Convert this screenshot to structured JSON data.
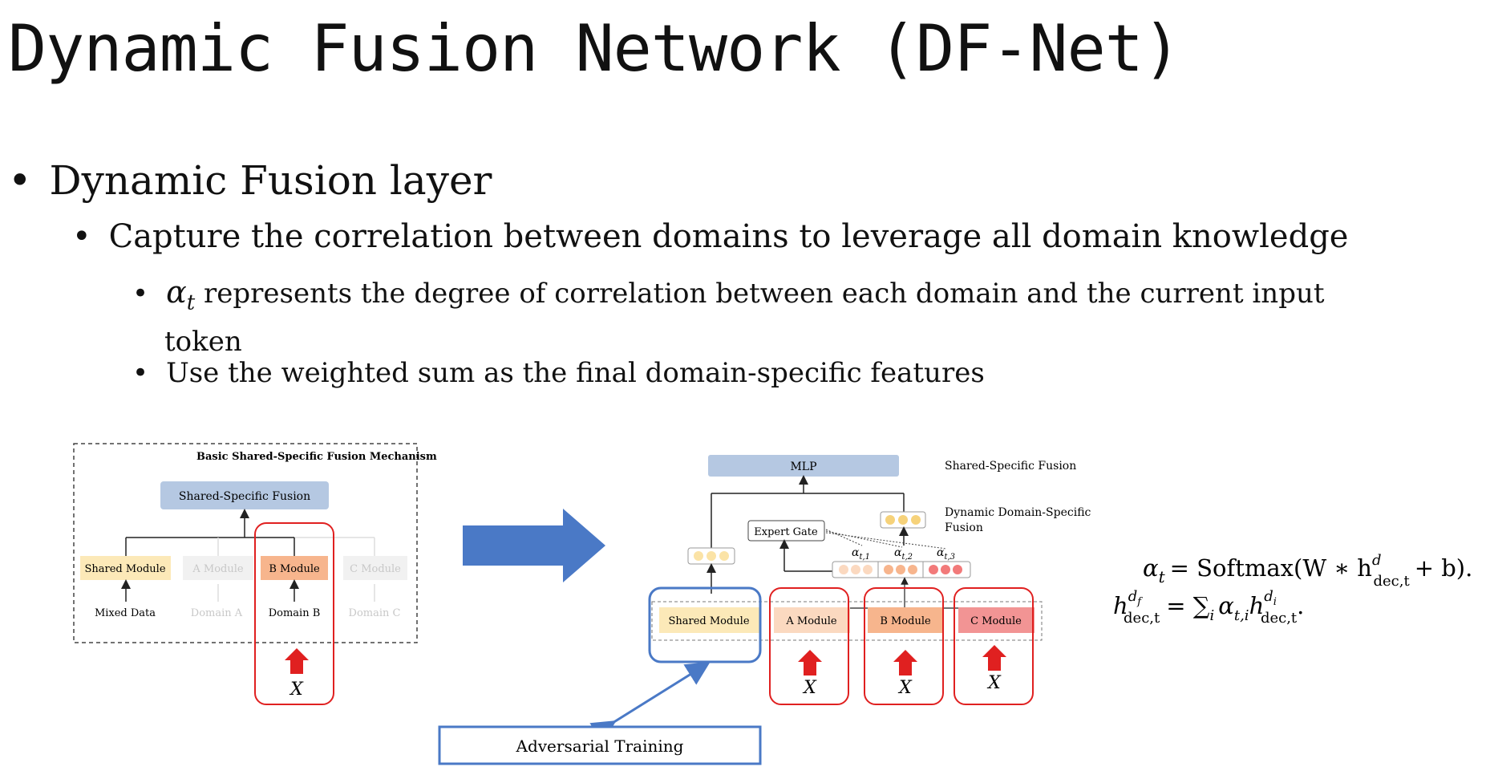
{
  "slide": {
    "title": "Dynamic Fusion Network (DF-Net)",
    "bullet1": "Dynamic Fusion layer",
    "bullet2": "Capture the correlation between domains to leverage all domain knowledge",
    "bullet3_symbol": "α",
    "bullet3_sub": "t",
    "bullet3_rest": "represents the degree of correlation between each domain and the current input token",
    "bullet4": "Use the weighted sum as the final domain-specific features"
  },
  "left_diagram": {
    "title": "Basic Shared-Specific Fusion Mechanism",
    "fusion": "Shared-Specific Fusion",
    "modules": [
      "Shared Module",
      "A Module",
      "B Module",
      "C Module"
    ],
    "inputs": [
      "Mixed Data",
      "Domain A",
      "Domain B",
      "Domain C"
    ],
    "x_label": "X"
  },
  "right_diagram": {
    "mlp": "MLP",
    "label_fusion": "Shared-Specific Fusion",
    "label_dynamic": "Dynamic Domain-Specific",
    "label_dynamic2": "Fusion",
    "expert_gate": "Expert Gate",
    "alphas": [
      "α",
      "α",
      "α"
    ],
    "alpha_subs": [
      "t,1",
      "t,2",
      "t,3"
    ],
    "modules": [
      "Shared Module",
      "A Module",
      "B Module",
      "C Module"
    ],
    "x_label": "X",
    "adversarial": "Adversarial Training"
  },
  "equations": {
    "eq1_lhs": "α",
    "eq1_lhs_sub": "t",
    "eq1_rhs_a": "= Softmax(W ∗ h",
    "eq1_rhs_sub": "dec,t",
    "eq1_rhs_sup": "d",
    "eq1_rhs_b": "+ b).",
    "eq2_lhs": "h",
    "eq2_lhs_sup": "d",
    "eq2_lhs_supsub": "f",
    "eq2_lhs_sub": "dec,t",
    "eq2_rhs_a": "= ∑",
    "eq2_rhs_i": "i",
    "eq2_rhs_b": "α",
    "eq2_rhs_b_sub": "t,i",
    "eq2_rhs_c": "h",
    "eq2_rhs_c_sup": "d",
    "eq2_rhs_c_supsub": "i",
    "eq2_rhs_c_sub": "dec,t",
    "eq2_end": "."
  },
  "colors": {
    "shared": "#fce9b8",
    "a_module": "#fbd9c0",
    "b_module": "#f7b58d",
    "c_module": "#f29494",
    "fusion_blue": "#b5c8e2",
    "arrow_blue": "#4a79c6",
    "red": "#e02020"
  }
}
